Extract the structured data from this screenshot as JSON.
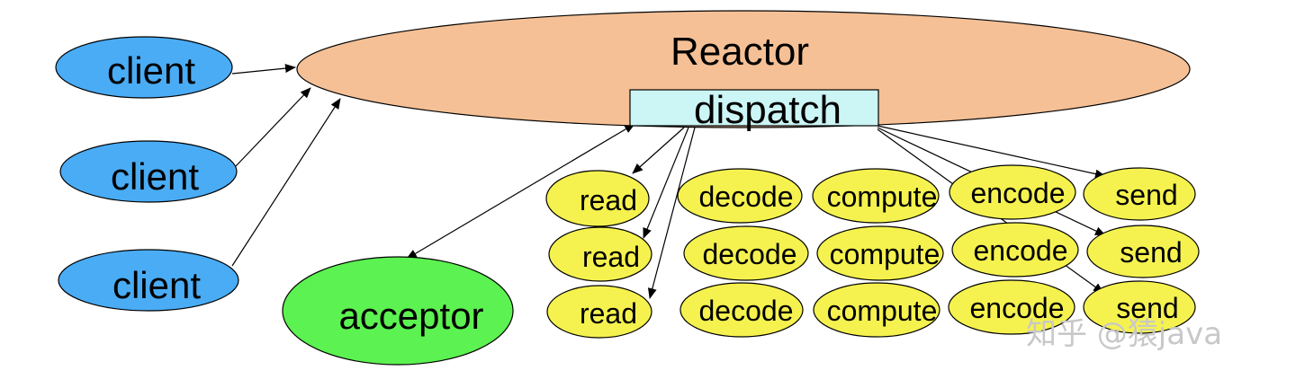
{
  "colors": {
    "reactor": "#f5c096",
    "dispatch": "#ccf5f5",
    "client": "#4aacf5",
    "acceptor": "#5cf251",
    "task": "#f5f24f",
    "stroke": "#000000",
    "watermark": "#c8c8c8"
  },
  "reactor": {
    "label": "Reactor"
  },
  "dispatch": {
    "label": "dispatch"
  },
  "clients": [
    {
      "id": "client-1",
      "label": "client"
    },
    {
      "id": "client-2",
      "label": "client"
    },
    {
      "id": "client-3",
      "label": "client"
    }
  ],
  "acceptor": {
    "label": "acceptor"
  },
  "stages": [
    "read",
    "decode",
    "compute",
    "encode",
    "send"
  ],
  "rows": [
    {
      "id": "row-1",
      "read": "read",
      "decode": "decode",
      "compute": "compute",
      "encode": "encode",
      "send": "send"
    },
    {
      "id": "row-2",
      "read": "read",
      "decode": "decode",
      "compute": "compute",
      "encode": "encode",
      "send": "send"
    },
    {
      "id": "row-3",
      "read": "read",
      "decode": "decode",
      "compute": "compute",
      "encode": "encode",
      "send": "send"
    }
  ],
  "edges": [
    {
      "from": "client-1",
      "to": "reactor"
    },
    {
      "from": "client-2",
      "to": "reactor"
    },
    {
      "from": "client-3",
      "to": "reactor"
    },
    {
      "from": "dispatch",
      "to": "acceptor",
      "bidirectional": true
    },
    {
      "from": "dispatch",
      "to": "row-1.read"
    },
    {
      "from": "dispatch",
      "to": "row-2.read"
    },
    {
      "from": "dispatch",
      "to": "row-3.read"
    },
    {
      "from": "dispatch",
      "to": "row-1.send"
    },
    {
      "from": "dispatch",
      "to": "row-2.send"
    },
    {
      "from": "dispatch",
      "to": "row-3.send"
    }
  ],
  "watermark": {
    "text": "知乎 @猿java"
  }
}
